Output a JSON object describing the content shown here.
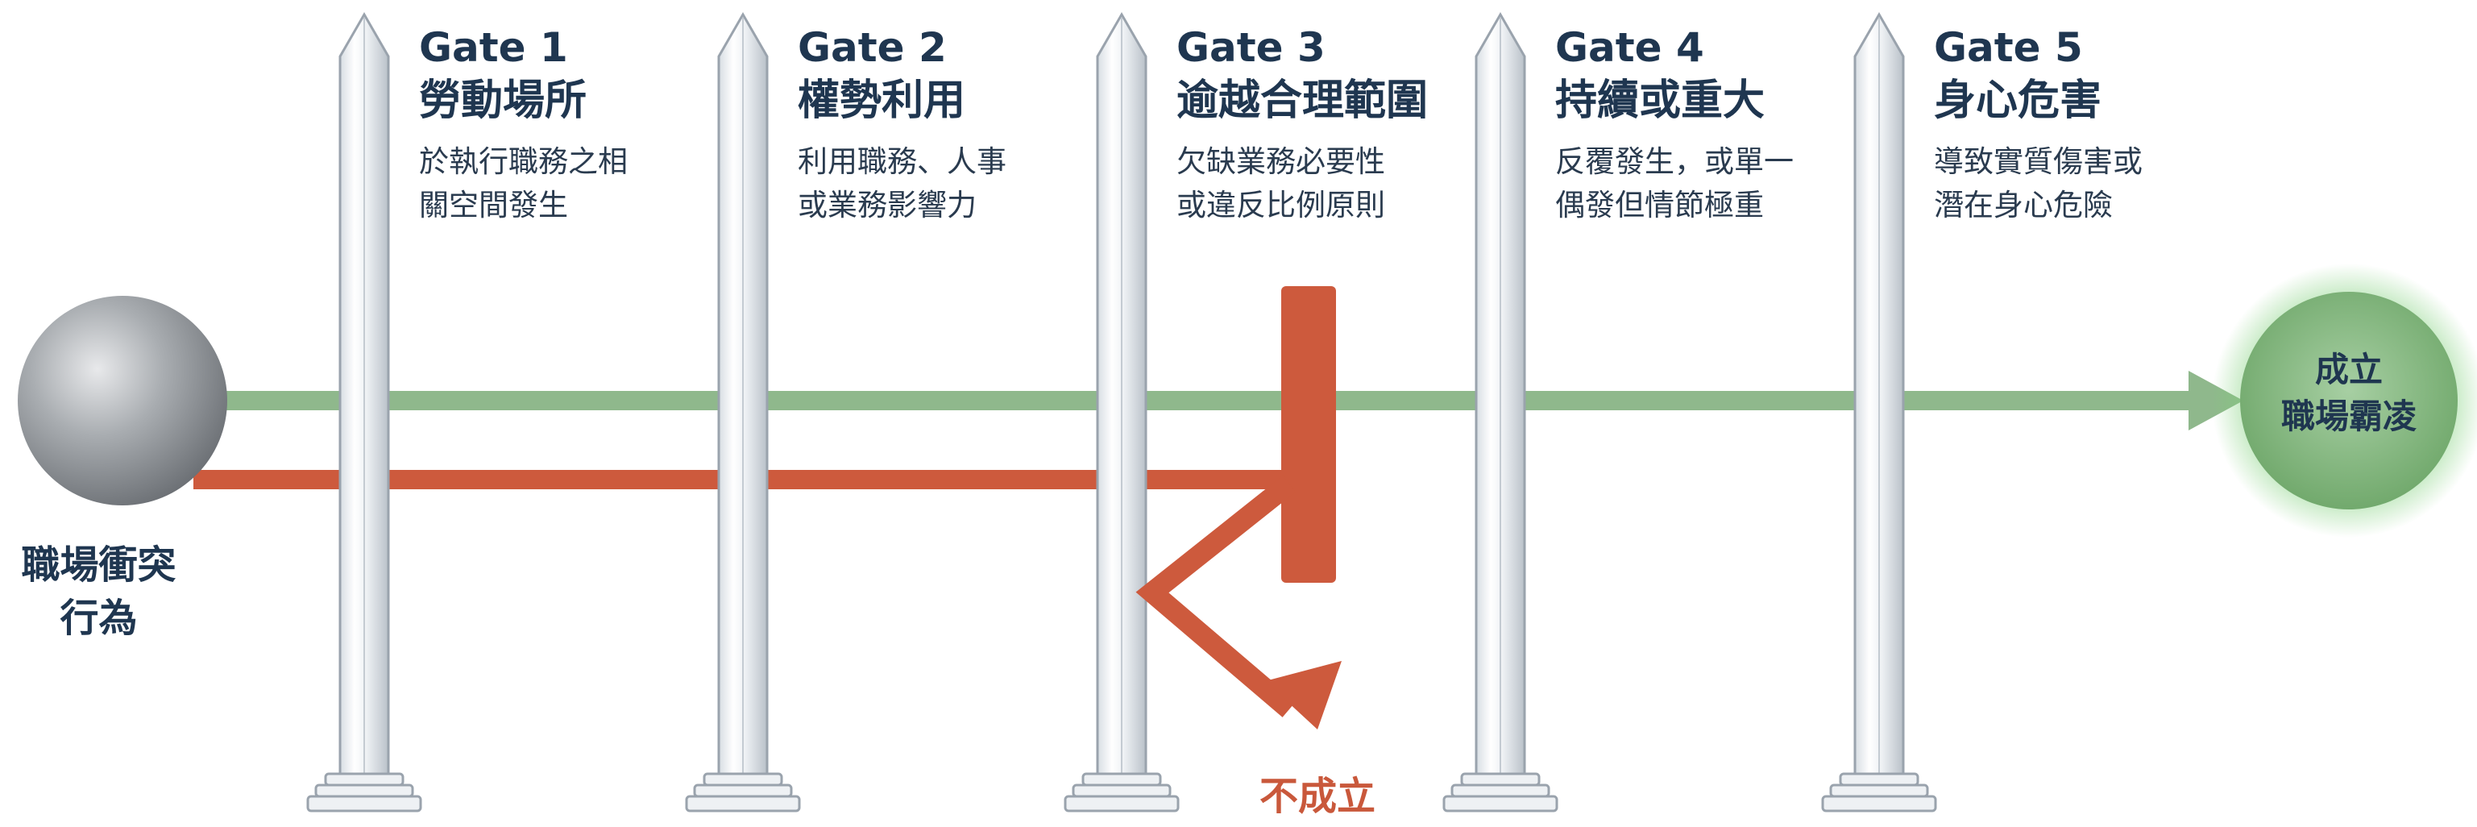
{
  "start": {
    "line1": "職場衝突",
    "line2": "行為"
  },
  "gates": [
    {
      "id": "Gate 1",
      "title": "勞動場所",
      "desc": [
        "於執行職務之相",
        "關空間發生"
      ]
    },
    {
      "id": "Gate 2",
      "title": "權勢利用",
      "desc": [
        "利用職務、人事",
        "或業務影響力"
      ]
    },
    {
      "id": "Gate 3",
      "title": "逾越合理範圍",
      "desc": [
        "欠缺業務必要性",
        "或違反比例原則"
      ]
    },
    {
      "id": "Gate 4",
      "title": "持續或重大",
      "desc": [
        "反覆發生，或單一",
        "偶發但情節極重"
      ]
    },
    {
      "id": "Gate 5",
      "title": "身心危害",
      "desc": [
        "導致實質傷害或",
        "潛在身心危險"
      ]
    }
  ],
  "outcome_pass": {
    "line1": "成立",
    "line2": "職場霸凌"
  },
  "outcome_fail": "不成立",
  "colors": {
    "pass_path": "#8fb88c",
    "fail_path": "#cd5a3d",
    "pillar": "#eef1f4",
    "pillar_edge": "#9aa3ad",
    "text": "#1f3650",
    "end_glow": "#7fd07a"
  }
}
